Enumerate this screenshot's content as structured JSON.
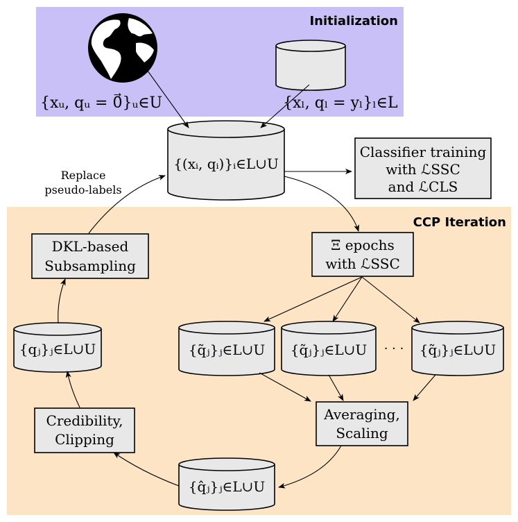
{
  "regions": {
    "init_title": "Initialization",
    "ccp_title": "CCP Iteration",
    "init_color": "#c8c0f7",
    "init_title_color": "#8b0a8b",
    "ccp_color": "#fde4c4",
    "ccp_title_color": "#ff7f00"
  },
  "icons": {
    "globe": "globe-icon"
  },
  "nodes": {
    "unlabeled_set": "{xᵤ, qᵤ = 0⃗}ᵤ∈U",
    "labeled_set": "{xₗ, qₗ = yₗ}ₗ∈L",
    "dataset": "{(xᵢ, qᵢ)}ᵢ∈L∪U",
    "classifier_line1": "Classifier training",
    "classifier_line2": "with ℒSSC",
    "classifier_line3": "and ℒCLS",
    "replace_line1": "Replace",
    "replace_line2": "pseudo-labels",
    "subsampling_line1": "DKL-based",
    "subsampling_line2": "Subsampling",
    "epochs_line1": "Ξ epochs",
    "epochs_line2": "with ℒSSC",
    "q_set": "{qⱼ}ⱼ∈L∪U",
    "qtilde_1": "{q̃ⱼ}ⱼ∈L∪U",
    "qtilde_2": "{q̃ⱼ}ⱼ∈L∪U",
    "qtilde_3": "{q̃ⱼ}ⱼ∈L∪U",
    "ellipsis": "· · ·",
    "cred_line1": "Credibility,",
    "cred_line2": "Clipping",
    "avg_line1": "Averaging,",
    "avg_line2": "Scaling",
    "qhat_set": "{q̂ⱼ}ⱼ∈L∪U"
  }
}
